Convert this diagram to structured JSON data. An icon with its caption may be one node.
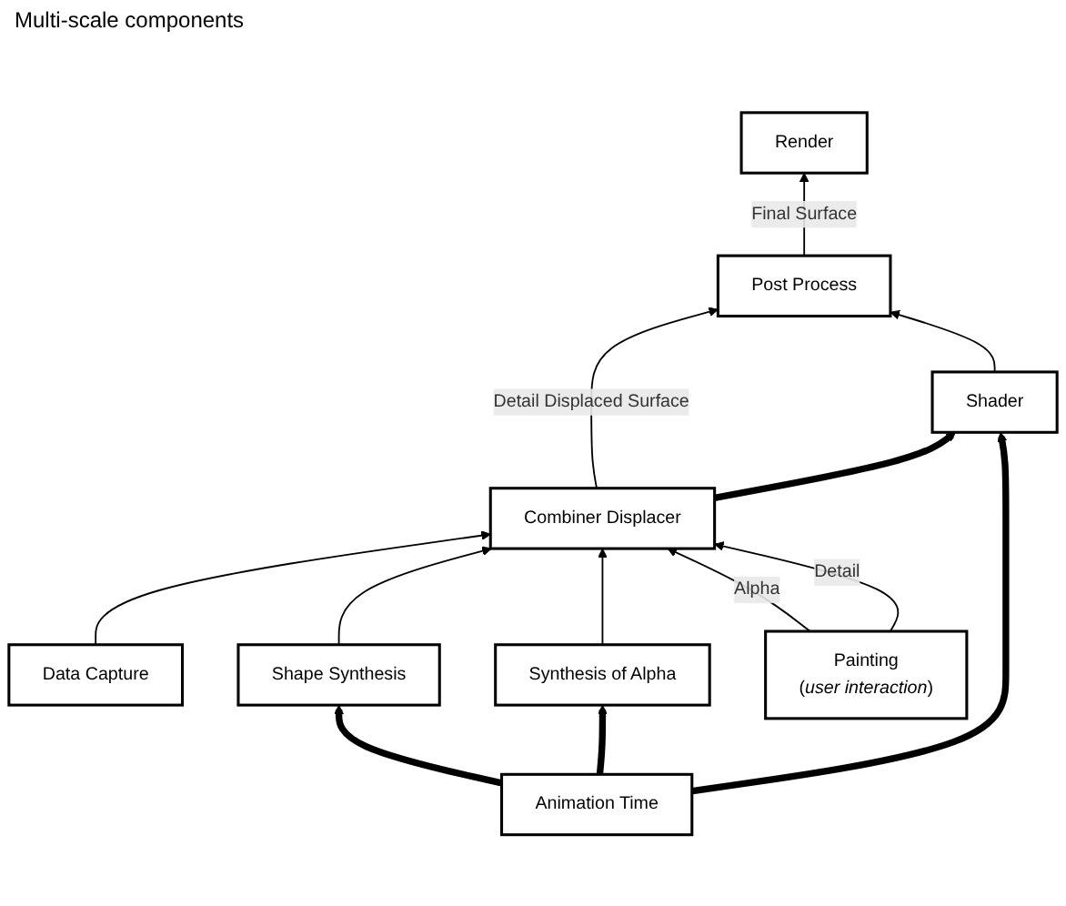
{
  "diagram": {
    "nodes": [
      {
        "text": [
          "Data Capture"
        ]
      },
      {
        "text": [
          "Combiner Displacer"
        ]
      },
      {
        "text": [
          "Render"
        ]
      },
      {
        "text": [
          "Shape Synthesis"
        ]
      },
      {
        "text": [
          "Post Process"
        ]
      },
      {
        "text": [
          "Synthesis of Alpha"
        ]
      },
      {
        "text": [
          "Painting",
          "(*user interaction*)"
        ]
      },
      {
        "text": [
          "Shader"
        ]
      },
      {
        "text": [
          "Animation Time"
        ]
      }
    ],
    "edges": [
      {
        "from": 0,
        "to": 1,
        "arrow": "to"
      },
      {
        "from": 3,
        "to": 1,
        "arrow": "to"
      },
      {
        "from": 1,
        "to": 4,
        "arrow": "to",
        "label": "Detail Displaced Surface"
      },
      {
        "from": 4,
        "to": 2,
        "arrow": "to",
        "label": "Final Surface"
      },
      {
        "from": 1,
        "to": 7,
        "arrow": "to",
        "style": "thick"
      },
      {
        "from": 7,
        "to": 4,
        "arrow": "to"
      },
      {
        "from": 5,
        "to": 1,
        "arrow": "to"
      },
      {
        "from": 6,
        "to": 1,
        "arrow": "to",
        "label": "Alpha"
      },
      {
        "from": 6,
        "to": 1,
        "arrow": "to",
        "label": "Detail"
      },
      {
        "from": 8,
        "to": 3,
        "arrow": "to",
        "style": "thick"
      },
      {
        "from": 8,
        "to": 5,
        "arrow": "to",
        "style": "thick"
      },
      {
        "from": 8,
        "to": 7,
        "arrow": "to",
        "style": "thick"
      }
    ],
    "labels": [
      "Multi-scale components"
    ]
  }
}
